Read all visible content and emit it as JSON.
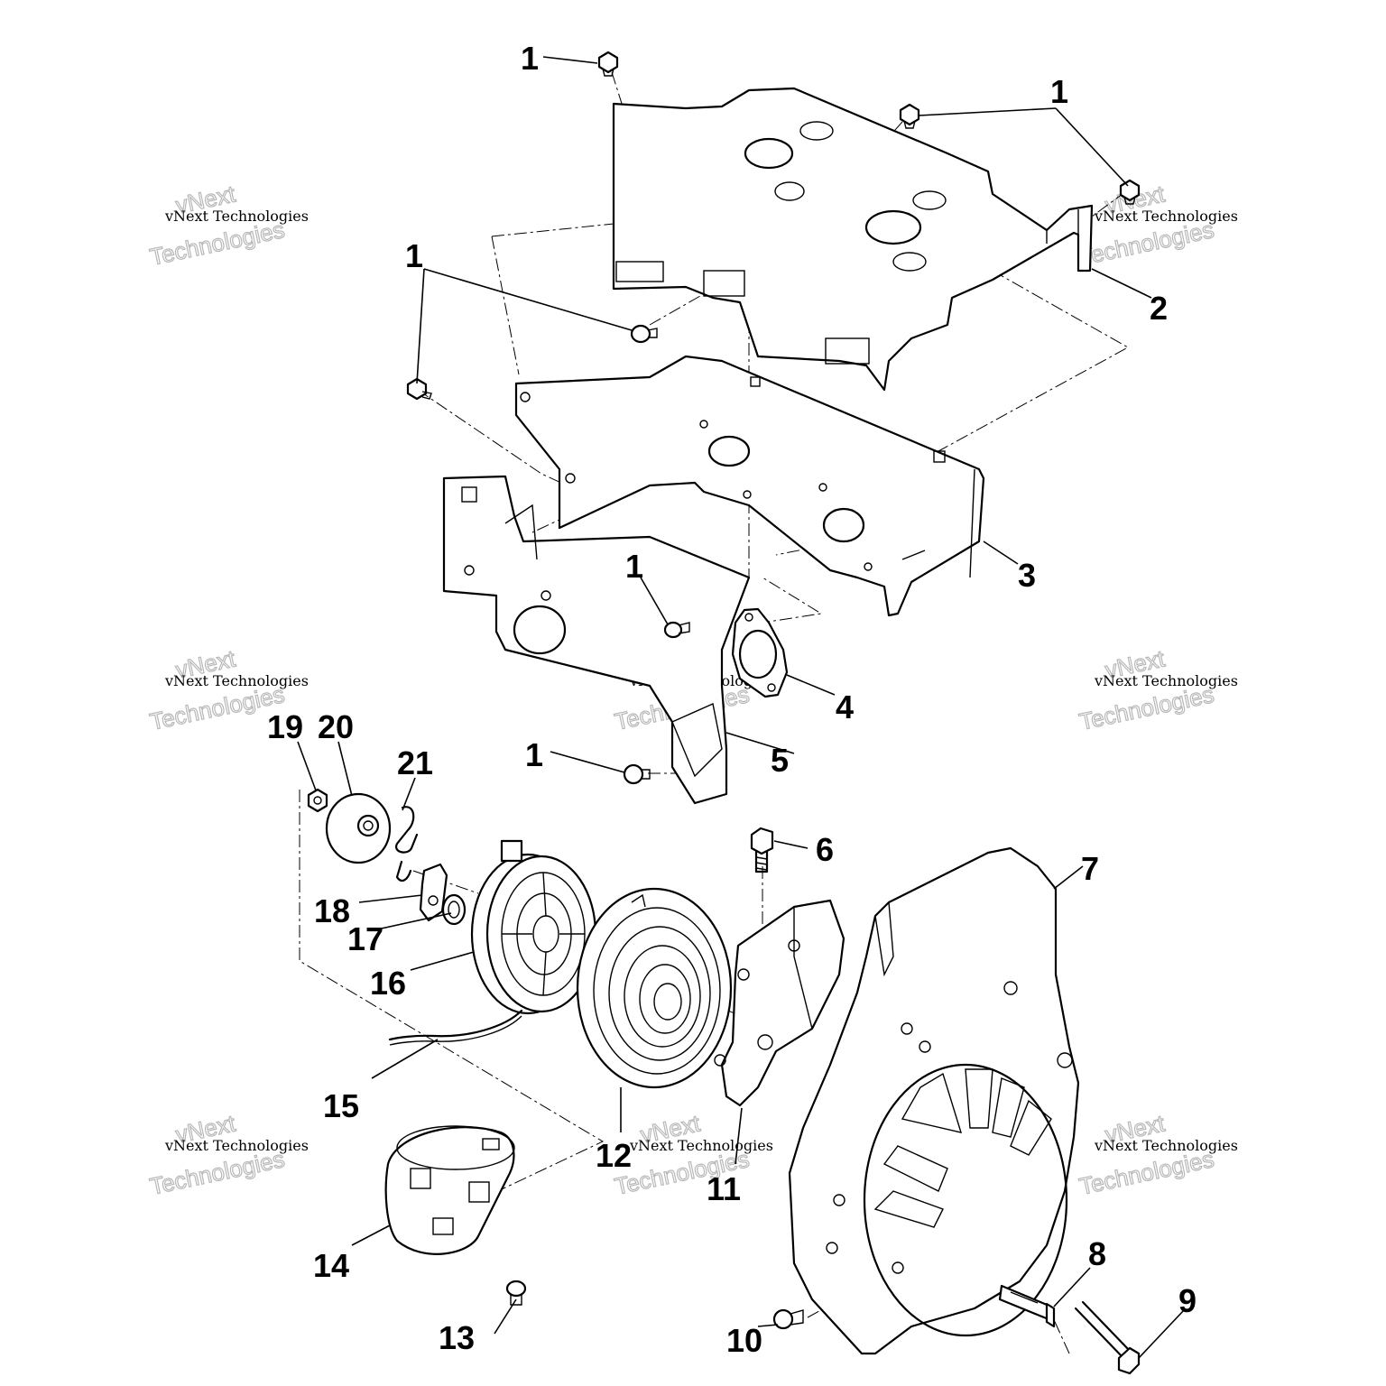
{
  "watermark": {
    "line1": "vNext",
    "line2": "vNext Technologies",
    "line3": "Technologies"
  },
  "callouts": [
    {
      "id": "c1a",
      "label": "1"
    },
    {
      "id": "c1b",
      "label": "1"
    },
    {
      "id": "c1c",
      "label": "1"
    },
    {
      "id": "c1d",
      "label": "1"
    },
    {
      "id": "c1e",
      "label": "1"
    },
    {
      "id": "c2",
      "label": "2"
    },
    {
      "id": "c3",
      "label": "3"
    },
    {
      "id": "c4",
      "label": "4"
    },
    {
      "id": "c5",
      "label": "5"
    },
    {
      "id": "c6",
      "label": "6"
    },
    {
      "id": "c7",
      "label": "7"
    },
    {
      "id": "c8",
      "label": "8"
    },
    {
      "id": "c9",
      "label": "9"
    },
    {
      "id": "c10",
      "label": "10"
    },
    {
      "id": "c11",
      "label": "11"
    },
    {
      "id": "c12",
      "label": "12"
    },
    {
      "id": "c13",
      "label": "13"
    },
    {
      "id": "c14",
      "label": "14"
    },
    {
      "id": "c15",
      "label": "15"
    },
    {
      "id": "c16",
      "label": "16"
    },
    {
      "id": "c17",
      "label": "17"
    },
    {
      "id": "c18",
      "label": "18"
    },
    {
      "id": "c19",
      "label": "19"
    },
    {
      "id": "c20",
      "label": "20"
    },
    {
      "id": "c21",
      "label": "21"
    }
  ]
}
